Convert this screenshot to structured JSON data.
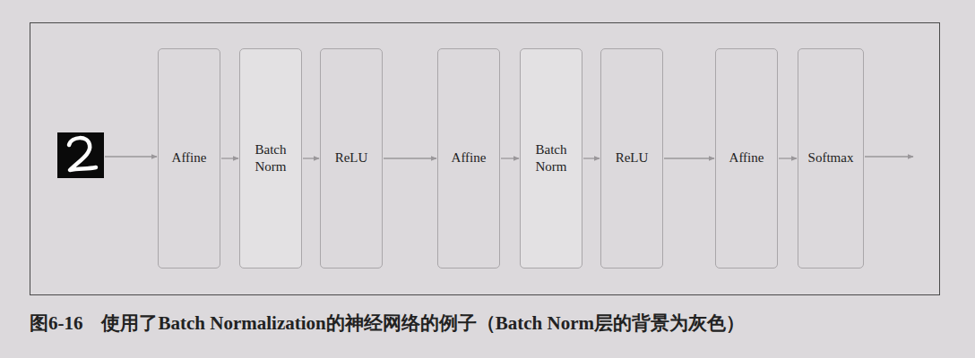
{
  "diagram": {
    "caption": "图6-16　使用了Batch Normalization的神经网络的例子（Batch Norm层的背景为灰色）",
    "nodes": [
      {
        "text": [
          "Affine"
        ]
      },
      {
        "text": [
          "Batch Norm"
        ]
      },
      {
        "text": [
          "ReLU"
        ]
      },
      {
        "text": [
          "Affine"
        ]
      },
      {
        "text": [
          "Batch Norm"
        ]
      },
      {
        "text": [
          "ReLU"
        ]
      },
      {
        "text": [
          "Affine"
        ]
      },
      {
        "text": [
          "Softmax"
        ]
      }
    ],
    "edges": [
      {
        "from": 0,
        "to": 1,
        "arrow": "to"
      },
      {
        "from": 1,
        "to": 2,
        "arrow": "to"
      },
      {
        "from": 2,
        "to": 3,
        "arrow": "to"
      },
      {
        "from": 3,
        "to": 4,
        "arrow": "to"
      },
      {
        "from": 4,
        "to": 5,
        "arrow": "to"
      },
      {
        "from": 5,
        "to": 6,
        "arrow": "to"
      },
      {
        "from": 6,
        "to": 7,
        "arrow": "to"
      }
    ]
  }
}
